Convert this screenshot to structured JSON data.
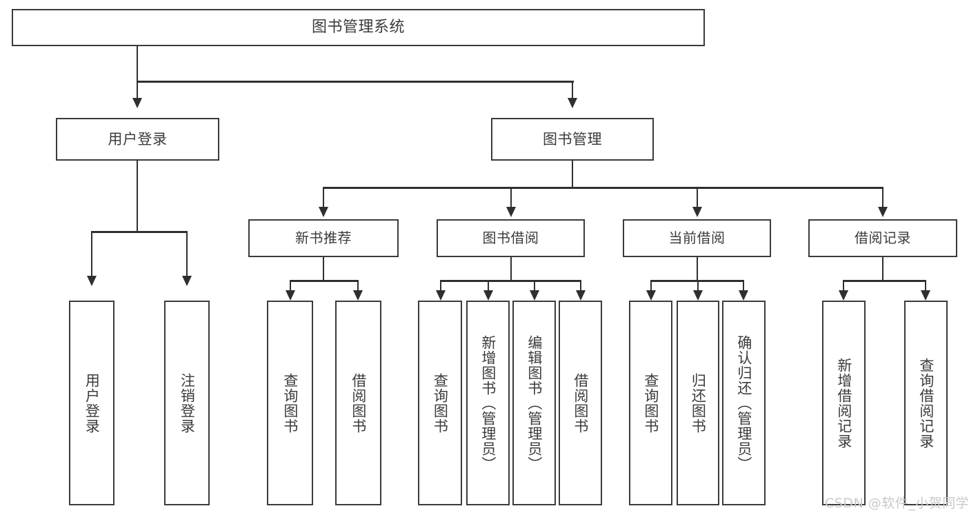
{
  "diagram": {
    "title": "图书管理系统",
    "watermark": "CSDN @软件_小贺同学"
  },
  "nodes": {
    "root": {
      "label": "图书管理系统"
    },
    "level2": [
      {
        "label": "用户登录"
      },
      {
        "label": "图书管理"
      }
    ],
    "level3": [
      {
        "label": "新书推荐"
      },
      {
        "label": "图书借阅"
      },
      {
        "label": "当前借阅"
      },
      {
        "label": "借阅记录"
      }
    ],
    "leaves": {
      "user_login": [
        {
          "label": "用户登录"
        },
        {
          "label": "注销登录"
        }
      ],
      "new_book": [
        {
          "label": "查询图书"
        },
        {
          "label": "借阅图书"
        }
      ],
      "book_borrow": [
        {
          "label": "查询图书"
        },
        {
          "label": "新增图书（管理员）"
        },
        {
          "label": "编辑图书（管理员）"
        },
        {
          "label": "借阅图书"
        }
      ],
      "current_borrow": [
        {
          "label": "查询图书"
        },
        {
          "label": "归还图书"
        },
        {
          "label": "确认归还（管理员）"
        }
      ],
      "borrow_record": [
        {
          "label": "新增借阅记录"
        },
        {
          "label": "查询借阅记录"
        }
      ]
    }
  },
  "chart_data": {
    "type": "tree-diagram",
    "title": "图书管理系统",
    "orientation": "top-down",
    "tree": {
      "name": "图书管理系统",
      "children": [
        {
          "name": "用户登录",
          "children": [
            {
              "name": "用户登录"
            },
            {
              "name": "注销登录"
            }
          ]
        },
        {
          "name": "图书管理",
          "children": [
            {
              "name": "新书推荐",
              "children": [
                {
                  "name": "查询图书"
                },
                {
                  "name": "借阅图书"
                }
              ]
            },
            {
              "name": "图书借阅",
              "children": [
                {
                  "name": "查询图书"
                },
                {
                  "name": "新增图书（管理员）"
                },
                {
                  "name": "编辑图书（管理员）"
                },
                {
                  "name": "借阅图书"
                }
              ]
            },
            {
              "name": "当前借阅",
              "children": [
                {
                  "name": "查询图书"
                },
                {
                  "name": "归还图书"
                },
                {
                  "name": "确认归还（管理员）"
                }
              ]
            },
            {
              "name": "借阅记录",
              "children": [
                {
                  "name": "新增借阅记录"
                },
                {
                  "name": "查询借阅记录"
                }
              ]
            }
          ]
        }
      ]
    }
  }
}
